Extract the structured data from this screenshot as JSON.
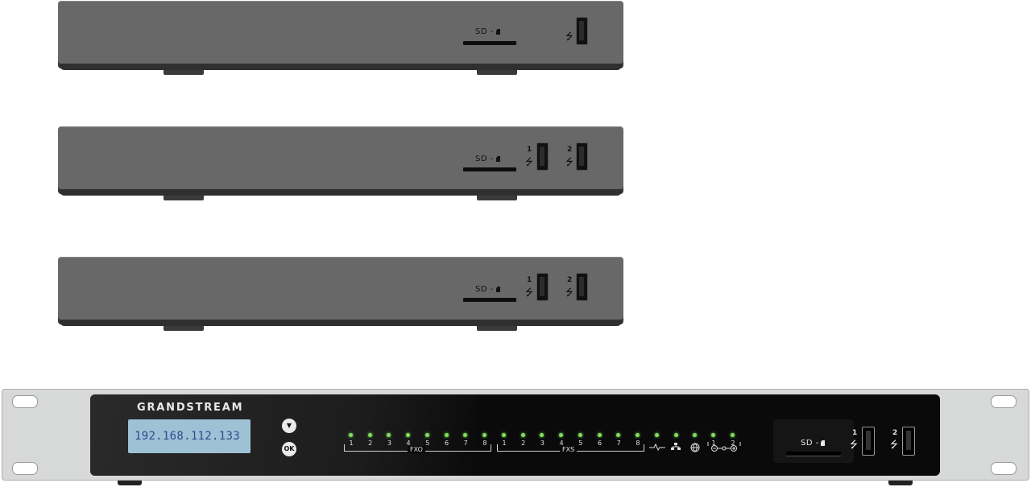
{
  "units": [
    {
      "sd_label": "SD -",
      "usb_ports": [
        ""
      ]
    },
    {
      "sd_label": "SD -",
      "usb_ports": [
        "1",
        "2"
      ]
    },
    {
      "sd_label": "SD -",
      "usb_ports": [
        "1",
        "2"
      ]
    }
  ],
  "rack": {
    "brand": "GRANDSTREAM",
    "lcd_text": "192.168.112.133",
    "down_button_glyph": "▼",
    "ok_button_label": "OK",
    "fxo_label": "FXO",
    "fxs_label": "FXS",
    "fxo_ports": [
      "1",
      "2",
      "3",
      "4",
      "5",
      "6",
      "7",
      "8"
    ],
    "fxs_ports": [
      "1",
      "2",
      "3",
      "4",
      "5",
      "6",
      "7",
      "8"
    ],
    "power_ports": [
      "1",
      "2"
    ],
    "sd_label": "SD -",
    "usb_ports": [
      "1",
      "2"
    ],
    "led_color": "#7ee05a"
  }
}
